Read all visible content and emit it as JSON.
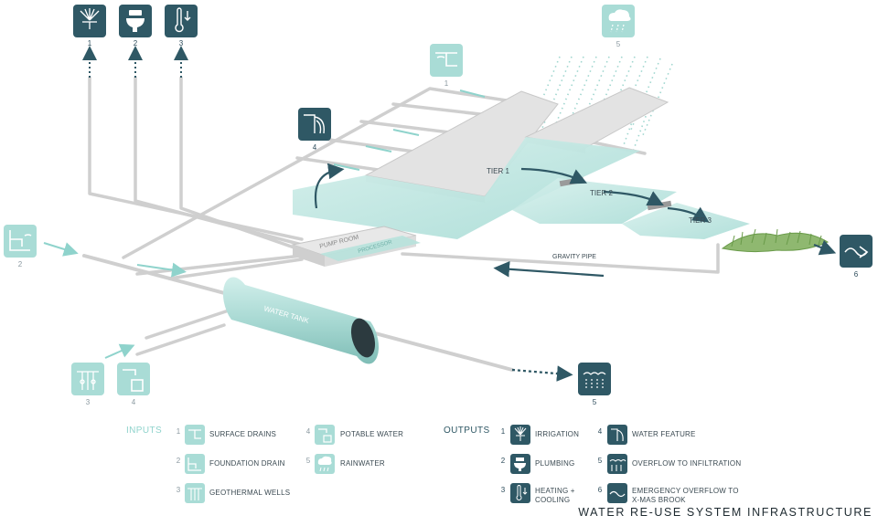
{
  "title": "WATER RE-USE SYSTEM INFRASTRUCTURE",
  "diagram_labels": {
    "pump_room": "PUMP ROOM",
    "second_box": "PROCESSOR",
    "water_tank": "WATER TANK",
    "tier1": "TIER 1",
    "tier2": "TIER 2",
    "tier3": "TIER 3",
    "gravity_pipe": "GRAVITY PIPE"
  },
  "diagram_numbers": {
    "out_irrigation": "1",
    "out_plumbing": "2",
    "out_heating": "3",
    "out_water_feature": "4",
    "out_infiltration": "5",
    "out_brook": "6",
    "in_surface": "1",
    "in_foundation": "2",
    "in_geothermal": "3",
    "in_potable": "4",
    "in_rain": "5"
  },
  "legend": {
    "inputs_header": "INPUTS",
    "outputs_header": "OUTPUTS",
    "inputs": [
      {
        "num": "1",
        "label": "SURFACE DRAINS",
        "icon": "surface-drains-icon"
      },
      {
        "num": "2",
        "label": "FOUNDATION DRAIN",
        "icon": "foundation-drain-icon"
      },
      {
        "num": "3",
        "label": "GEOTHERMAL WELLS",
        "icon": "geothermal-wells-icon"
      },
      {
        "num": "4",
        "label": "POTABLE WATER",
        "icon": "potable-water-icon"
      },
      {
        "num": "5",
        "label": "RAINWATER",
        "icon": "rainwater-icon"
      }
    ],
    "outputs": [
      {
        "num": "1",
        "label": "IRRIGATION",
        "icon": "irrigation-icon"
      },
      {
        "num": "2",
        "label": "PLUMBING",
        "icon": "plumbing-icon"
      },
      {
        "num": "3",
        "label_line1": "HEATING +",
        "label_line2": "COOLING",
        "icon": "heating-cooling-icon"
      },
      {
        "num": "4",
        "label": "WATER FEATURE",
        "icon": "water-feature-icon"
      },
      {
        "num": "5",
        "label": "OVERFLOW TO INFILTRATION",
        "icon": "infiltration-icon"
      },
      {
        "num": "6",
        "label_line1": "EMERGENCY OVERFLOW TO",
        "label_line2": "X-MAS BROOK",
        "icon": "brook-icon"
      }
    ]
  },
  "colors": {
    "output_icon": "#2f5865",
    "input_icon": "#a9dcd6",
    "water": "#bfe6e2",
    "pipe": "#d5d5d5",
    "arrow": "#2f5865",
    "input_arrow": "#8fd3cc"
  }
}
